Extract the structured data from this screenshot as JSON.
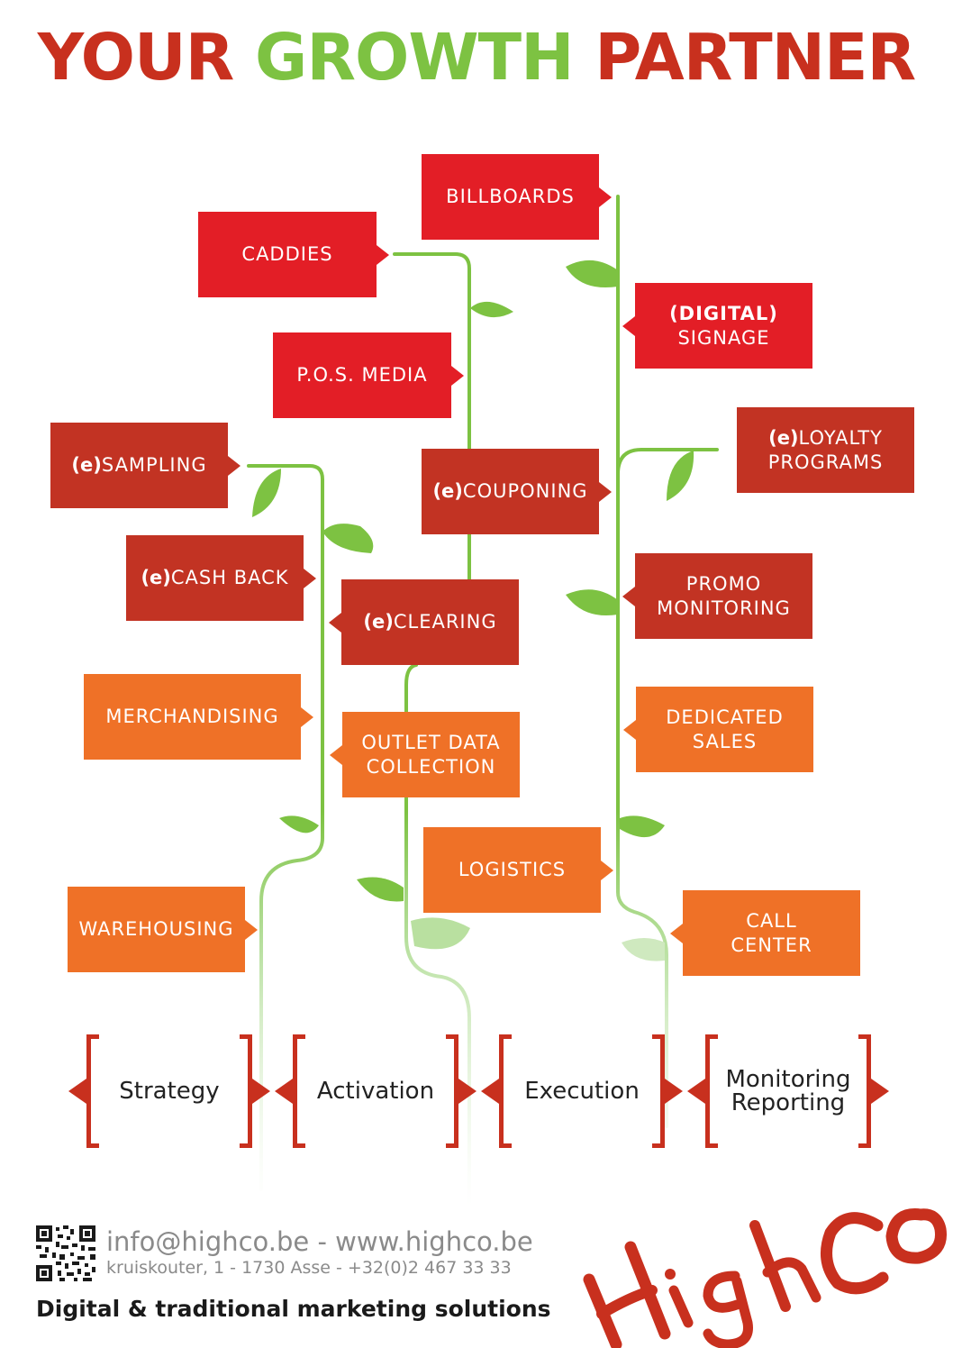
{
  "title": {
    "part1": "YOUR ",
    "part2": "GROWTH",
    "part3": " PARTNER"
  },
  "colors": {
    "red": "#c8301e",
    "green": "#7dc242",
    "bright_red": "#e31e26",
    "dark_red": "#c23323",
    "orange": "#ef7127"
  },
  "boxes": {
    "billboards": {
      "line1": "BILLBOARDS"
    },
    "caddies": {
      "line1": "CADDIES"
    },
    "pos_media": {
      "line1": "P.O.S. MEDIA"
    },
    "digital_signage": {
      "line1": "(DIGITAL)",
      "line2": "SIGNAGE"
    },
    "e_loyalty": {
      "prefix": "(e)",
      "line1": "LOYALTY",
      "line2": "PROGRAMS"
    },
    "e_sampling": {
      "prefix": "(e)",
      "line1": "SAMPLING"
    },
    "e_couponing": {
      "prefix": "(e)",
      "line1": "COUPONING"
    },
    "e_cash_back": {
      "prefix": "(e)",
      "line1": "CASH BACK"
    },
    "e_clearing": {
      "prefix": "(e)",
      "line1": "CLEARING"
    },
    "promo_monitoring": {
      "line1": "PROMO",
      "line2": "MONITORING"
    },
    "merchandising": {
      "line1": "MERCHANDISING"
    },
    "outlet_data": {
      "line1": "OUTLET DATA",
      "line2": "COLLECTION"
    },
    "dedicated_sales": {
      "line1": "DEDICATED",
      "line2": "SALES"
    },
    "logistics": {
      "line1": "LOGISTICS"
    },
    "warehousing": {
      "line1": "WAREHOUSING"
    },
    "call_center": {
      "line1": "CALL",
      "line2": "CENTER"
    }
  },
  "phases": [
    "Strategy",
    "Activation",
    "Execution",
    "Monitoring\nReporting"
  ],
  "footer": {
    "contact": "info@highco.be - www.highco.be",
    "address": "kruiskouter, 1 - 1730 Asse  - +32(0)2 467 33 33",
    "tagline": "Digital & traditional marketing solutions",
    "logo_text": "HighCo"
  }
}
